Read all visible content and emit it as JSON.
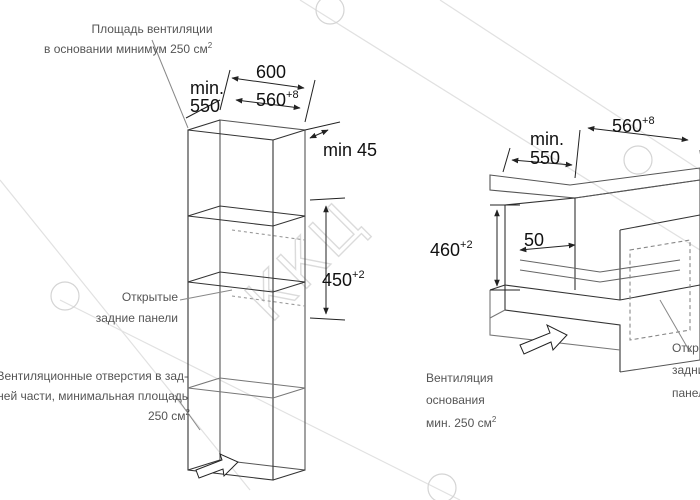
{
  "watermark": {
    "text": "ККЦ"
  },
  "left_unit": {
    "vent_top_line1": "Площадь вентиляции",
    "vent_top_line2_prefix": "в основании минимум 250 см",
    "vent_top_line2_sup": "2",
    "min_label": "min.",
    "min_value": "550",
    "width_outer": "600",
    "width_inner": "560",
    "width_inner_tol": "+8",
    "depth_min": "min 45",
    "niche_height": "450",
    "niche_height_tol": "+2",
    "open_panels_line1": "Открытые",
    "open_panels_line2": "задние панели",
    "rear_vent_line1": "Вентиляционные отверстия в зад-",
    "rear_vent_line2": "ней части, минимальная площадь",
    "rear_vent_line3_prefix": "250 см",
    "rear_vent_line3_sup": "2"
  },
  "right_unit": {
    "min_label": "min.",
    "min_value": "550",
    "width_inner": "560",
    "width_inner_tol": "+8",
    "height": "460",
    "height_tol": "+2",
    "gap": "50",
    "vent_line1": "Вентиляция",
    "vent_line2": "основания",
    "vent_line3_prefix": "мин. 250 см",
    "vent_line3_sup": "2",
    "open_panels_line1": "Открытые",
    "open_panels_line2": "задние",
    "open_panels_line3": "панели"
  }
}
